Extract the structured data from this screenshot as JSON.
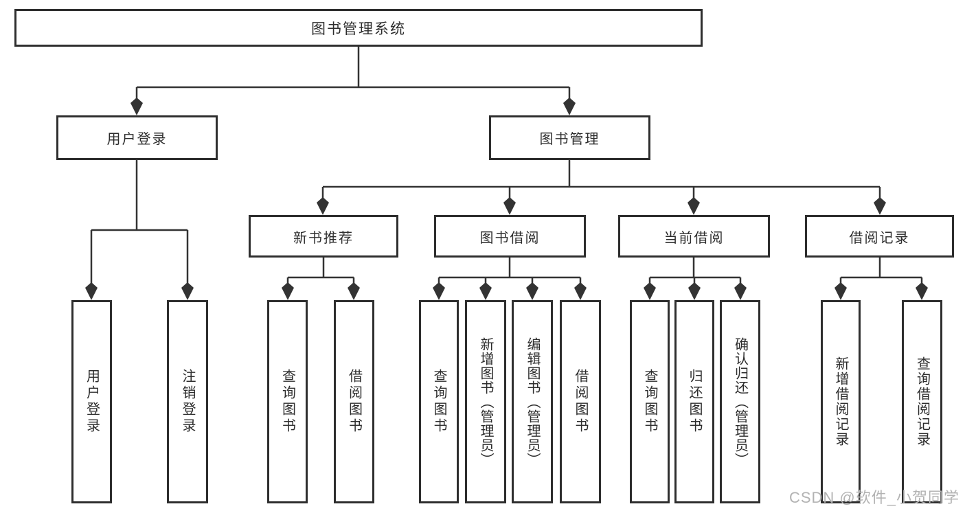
{
  "diagram": {
    "root": {
      "label": "图书管理系统"
    },
    "level2": [
      {
        "label": "用户登录"
      },
      {
        "label": "图书管理"
      }
    ],
    "level3": [
      {
        "label": "新书推荐"
      },
      {
        "label": "图书借阅"
      },
      {
        "label": "当前借阅"
      },
      {
        "label": "借阅记录"
      }
    ],
    "leaves": {
      "user_login": [
        "用户登录",
        "注销登录"
      ],
      "new_book": [
        "查询图书",
        "借阅图书"
      ],
      "book_borrow": [
        "查询图书",
        "新增图书（管理员）",
        "编辑图书（管理员）",
        "借阅图书"
      ],
      "current_borrow": [
        "查询图书",
        "归还图书",
        "确认归还（管理员）"
      ],
      "borrow_records": [
        "新增借阅记录",
        "查询借阅记录"
      ]
    }
  },
  "watermark": {
    "text": "CSDN @软件_小贺同学"
  },
  "colors": {
    "line": "#333333",
    "box_border": "#2e2e2e",
    "text": "#2d2d2d",
    "watermark": "#b3b3b3",
    "background": "#ffffff"
  }
}
